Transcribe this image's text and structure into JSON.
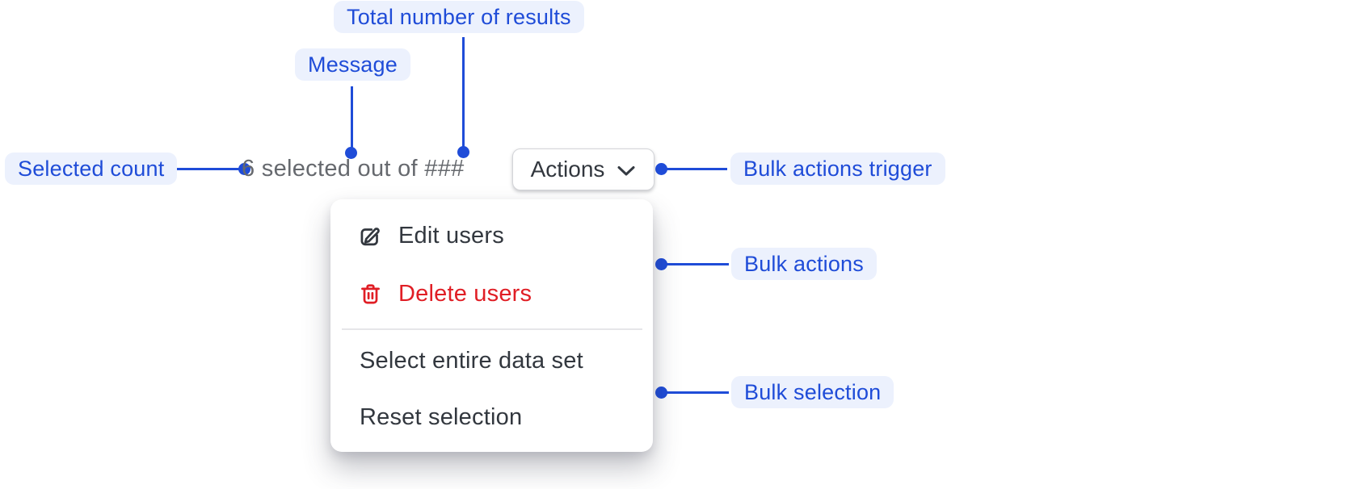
{
  "figure": {
    "annotations": {
      "total_results": "Total number of results",
      "message": "Message",
      "selected_count": "Selected count",
      "bulk_actions_trigger": "Bulk actions trigger",
      "bulk_actions": "Bulk actions",
      "bulk_selection": "Bulk selection"
    }
  },
  "bulk_bar": {
    "selection_message": "6 selected out of ###",
    "actions_button_label": "Actions"
  },
  "actions_menu": {
    "items": [
      {
        "label": "Edit users",
        "icon": "edit-icon",
        "variant": "default"
      },
      {
        "label": "Delete users",
        "icon": "trash-icon",
        "variant": "danger"
      },
      {
        "label": "Select entire data set",
        "icon": null,
        "variant": "default"
      },
      {
        "label": "Reset selection",
        "icon": null,
        "variant": "default"
      }
    ]
  },
  "colors": {
    "annotation_blue": "#1f4cd8",
    "annotation_pill_bg": "#ecf1fd",
    "muted_text": "#66696e",
    "dark_text": "#32373e",
    "danger_red": "#e01e25"
  }
}
